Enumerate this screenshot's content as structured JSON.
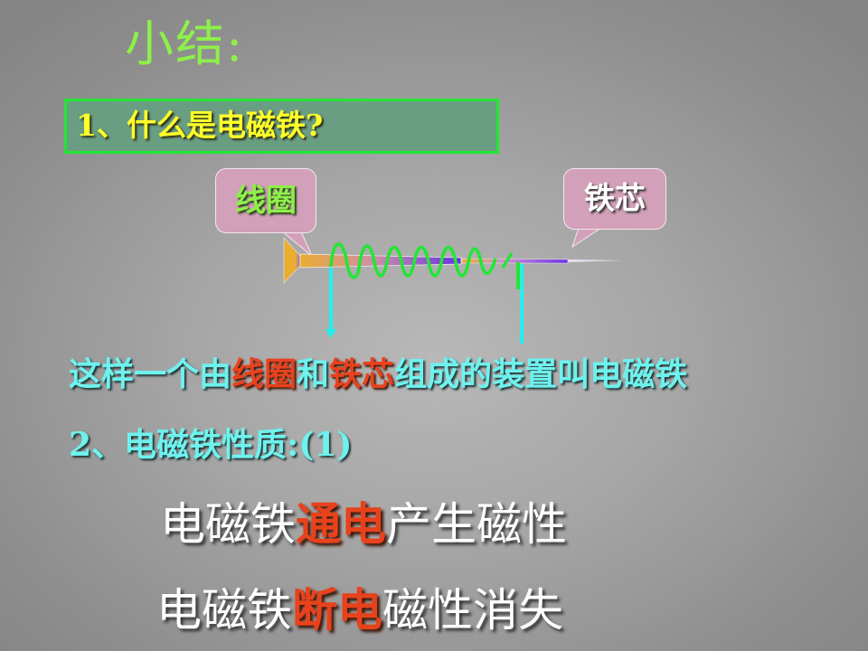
{
  "slide": {
    "title": "小结:",
    "question": "1、什么是电磁铁?",
    "diagram": {
      "callouts": [
        {
          "label": "线圈",
          "color": "#8ef04a"
        },
        {
          "label": "铁芯",
          "color": "#ffffff"
        }
      ],
      "colors": {
        "callout_bg": "#d2a0b8",
        "coil": "#22e633",
        "wire": "#22f0f0",
        "nail_head": "#e9ad30",
        "nail_shaft_end": "#6a2ee8"
      }
    },
    "definition": {
      "parts": [
        {
          "text": "这样一个由",
          "highlight": false
        },
        {
          "text": "线圈",
          "highlight": true
        },
        {
          "text": "和",
          "highlight": false
        },
        {
          "text": "铁芯",
          "highlight": true
        },
        {
          "text": "组成的装置叫电磁铁",
          "highlight": false
        }
      ]
    },
    "section2": "2、电磁铁性质:(1)",
    "properties": [
      {
        "parts": [
          {
            "text": "电磁铁",
            "highlight": false
          },
          {
            "text": "通电",
            "highlight": true
          },
          {
            "text": "产生磁性",
            "highlight": false
          }
        ]
      },
      {
        "parts": [
          {
            "text": "电磁铁",
            "highlight": false
          },
          {
            "text": "断电",
            "highlight": true
          },
          {
            "text": "磁性消失",
            "highlight": false
          }
        ]
      }
    ],
    "colors": {
      "title": "#8ef04a",
      "question_text": "#ffff2a",
      "question_box_bg": "#6a9e83",
      "question_box_border": "#22e633",
      "body_text": "#6ef2ee",
      "highlight": "#e8421c",
      "property_text": "#ffffff"
    }
  }
}
